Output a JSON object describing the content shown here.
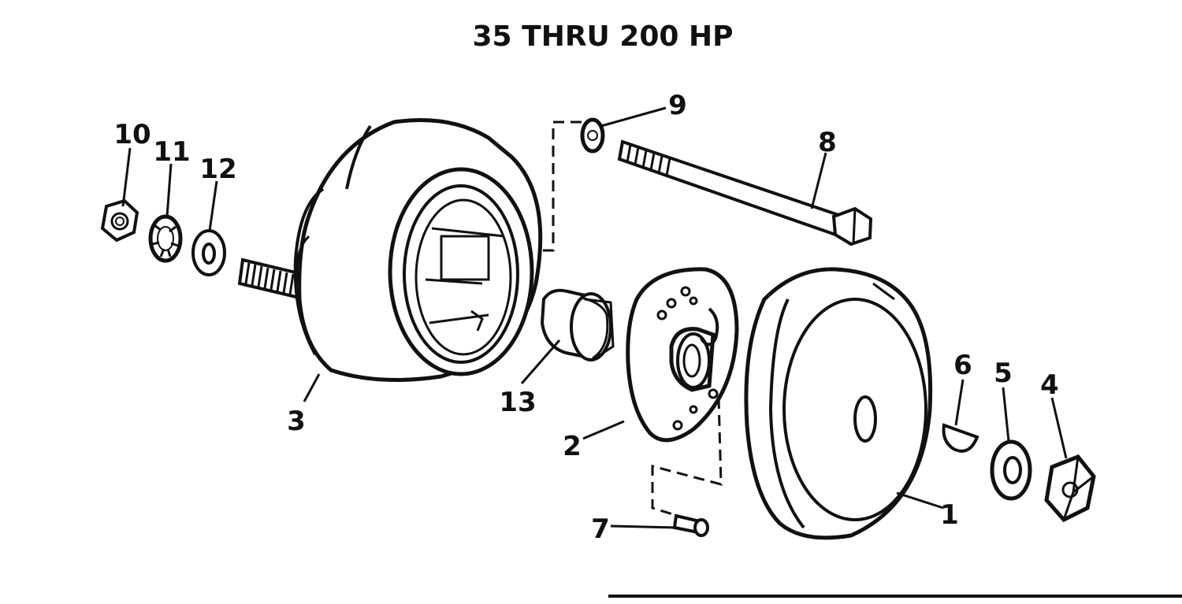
{
  "diagram": {
    "title": "35 THRU 200 HP",
    "callouts": {
      "c1": "1",
      "c2": "2",
      "c3": "3",
      "c4": "4",
      "c5": "5",
      "c6": "6",
      "c7": "7",
      "c8": "8",
      "c9": "9",
      "c10": "10",
      "c11": "11",
      "c12": "12",
      "c13": "13"
    }
  }
}
